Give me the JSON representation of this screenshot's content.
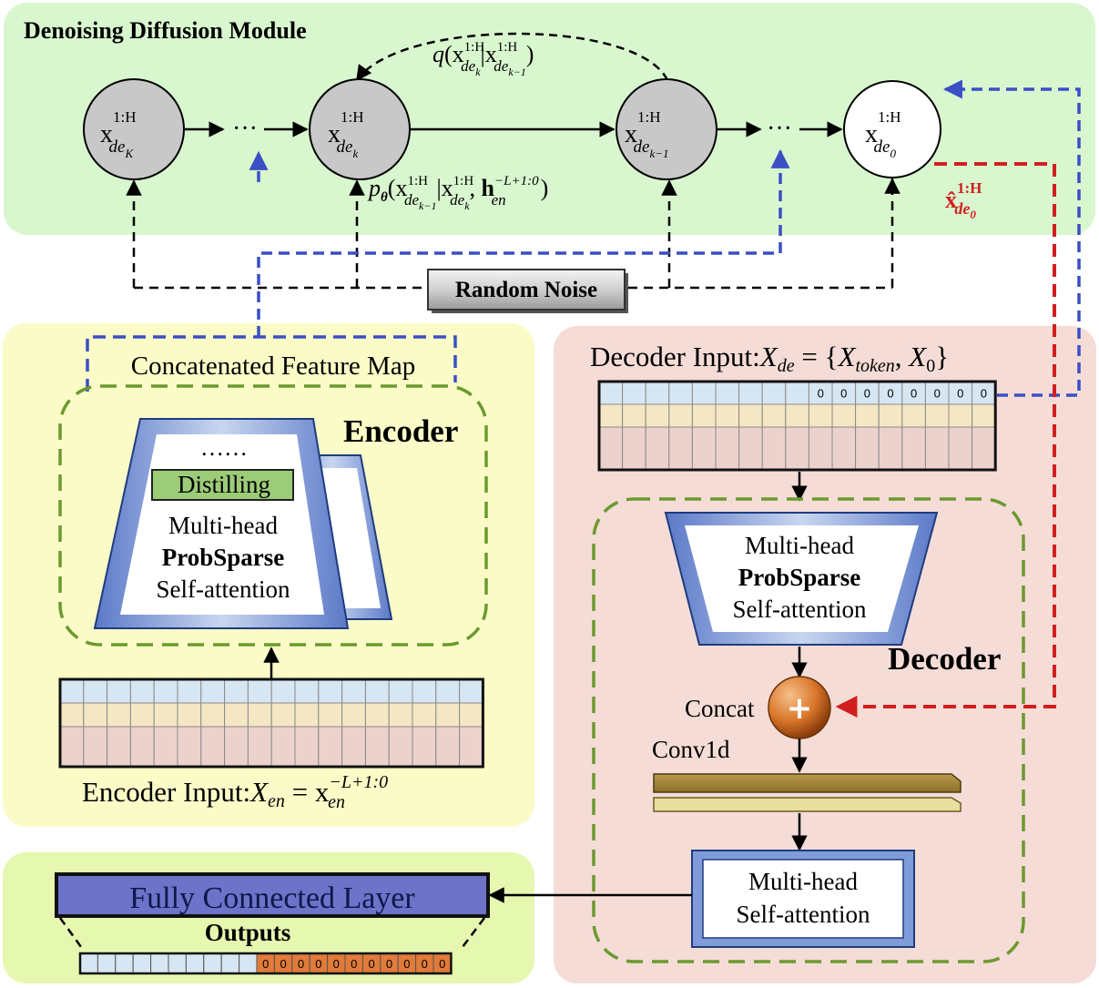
{
  "diffusion": {
    "title": "Denoising Diffusion Module",
    "nodes": [
      {
        "base": "x",
        "sub": "de",
        "subsub": "K",
        "sup": "1:H"
      },
      {
        "base": "x",
        "sub": "de",
        "subsub": "k",
        "sup": "1:H"
      },
      {
        "base": "x",
        "sub": "de",
        "subsub": "k−1",
        "sup": "1:H"
      },
      {
        "base": "x",
        "sub": "de",
        "subsub": "0",
        "sup": "1:H"
      }
    ],
    "ellipsis": "···",
    "forward_label": "q(x^{1:H}_{de_k} | x^{1:H}_{de_{k−1}})",
    "reverse_label": "p_θ(x^{1:H}_{de_{k−1}} | x^{1:H}_{de_k}, h^{−L+1:0}_{en})",
    "prediction_label": "x̂^{1:H}_{de_0}",
    "random_noise": "Random Noise",
    "colors": {
      "panel": "#d9f7cf",
      "node": "#c8c8c8",
      "blue": "#3a4fc4",
      "red": "#d11f1f",
      "green": "#6b9a2e"
    }
  },
  "encoder": {
    "feature_map_label": "Concatenated Feature Map",
    "title": "Encoder",
    "stack_top": "……",
    "distilling": "Distilling",
    "attention_lines": [
      "Multi-head",
      "ProbSparse",
      "Self-attention"
    ],
    "input_label_text": "Encoder Input:",
    "input_formula": "X_en = x_en^{−L+1:0}",
    "colors": {
      "panel": "#fbfbc8",
      "distill": "#9ccc78"
    }
  },
  "decoder": {
    "input_label_text": "Decoder Input:",
    "input_formula": "X_de = {X_token, X_0}",
    "zero_cell": "0",
    "attention_lines": [
      "Multi-head",
      "ProbSparse",
      "Self-attention"
    ],
    "title": "Decoder",
    "concat_label": "Concat",
    "conv_label": "Conv1d",
    "self_attention_lines": [
      "Multi-head",
      "Self-attention"
    ],
    "colors": {
      "panel": "#f5dcd6"
    }
  },
  "output": {
    "fc_label": "Fully Connected Layer",
    "outputs_label": "Outputs",
    "zero_cell": "0",
    "colors": {
      "panel": "#e6f7b0",
      "fc": "#6c73c9",
      "highlight": "#e07b3a"
    }
  },
  "grid_colors": {
    "row1": "#d6e6f2",
    "row2": "#f5e6c4",
    "row3": "#ecd2cc"
  }
}
